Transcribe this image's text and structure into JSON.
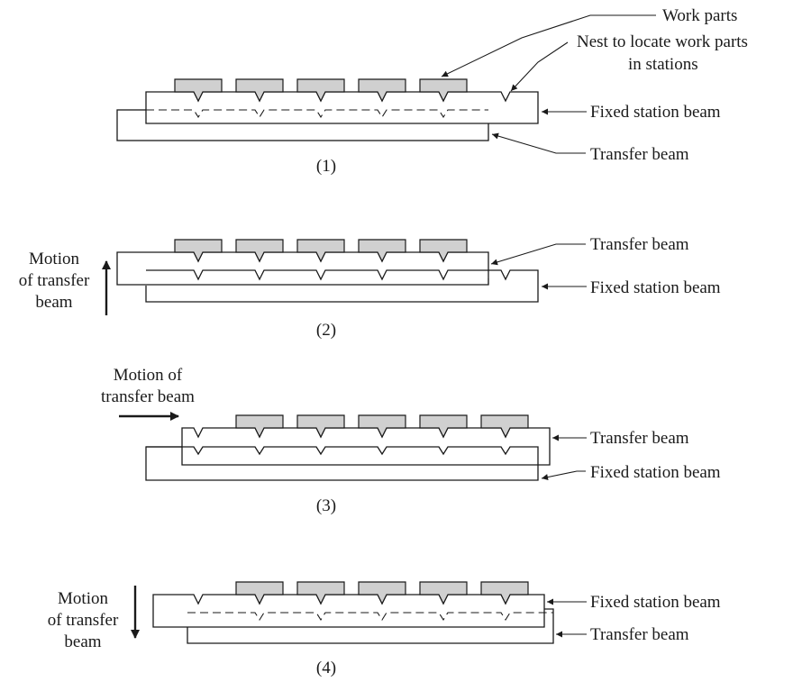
{
  "labels": {
    "work_parts": "Work parts",
    "nest_line1": "Nest to locate work parts",
    "nest_line2": "in stations",
    "fixed_station_beam": "Fixed station beam",
    "transfer_beam": "Transfer beam",
    "motion_lines_vertical": [
      "Motion",
      "of transfer",
      "beam"
    ],
    "motion_lines_horizontal": [
      "Motion of",
      "transfer beam"
    ]
  },
  "captions": [
    "(1)",
    "(2)",
    "(3)",
    "(4)"
  ],
  "colors": {
    "work_part_fill": "#d0d0d0",
    "line": "#1a1a1a",
    "background": "#ffffff"
  },
  "steps": [
    {
      "caption": "(1)",
      "motion": "none"
    },
    {
      "caption": "(2)",
      "motion": "up"
    },
    {
      "caption": "(3)",
      "motion": "right"
    },
    {
      "caption": "(4)",
      "motion": "down"
    }
  ]
}
